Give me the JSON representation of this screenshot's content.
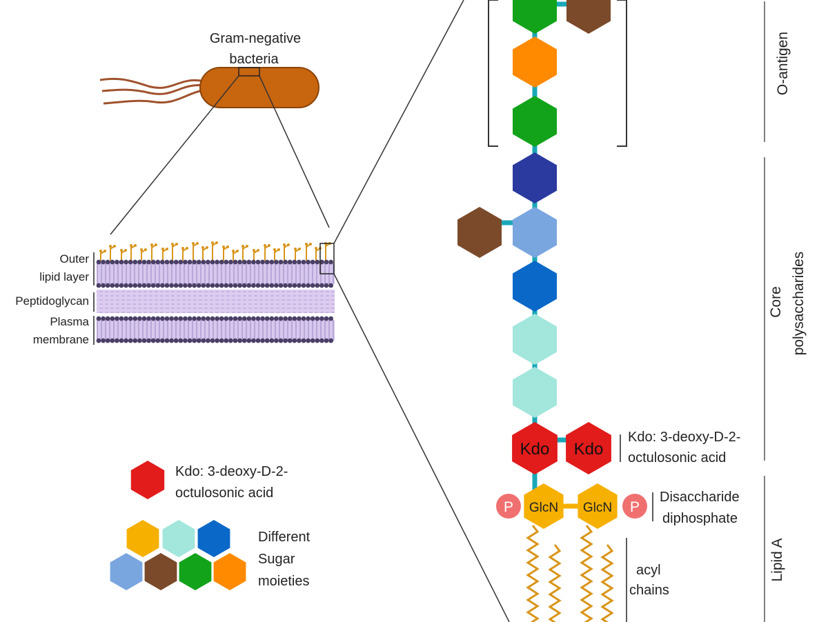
{
  "bacterium": {
    "label_line1": "Gram-negative",
    "label_line2": "bacteria"
  },
  "membrane": {
    "outer_line1": "Outer",
    "outer_line2": "lipid layer",
    "peptidoglycan": "Peptidoglycan",
    "plasma_line1": "Plasma",
    "plasma_line2": "membrane"
  },
  "legend": {
    "kdo_line1": "Kdo: 3-deoxy-D-2-",
    "kdo_line2": "octulosonic acid",
    "sugar_line1": "Different",
    "sugar_line2": "Sugar",
    "sugar_line3": "moieties"
  },
  "lps": {
    "kdo_text": "Kdo",
    "kdo_note_line1": "Kdo: 3-deoxy-D-2-",
    "kdo_note_line2": "octulosonic acid",
    "glcn_text": "GlcN",
    "phosphate_text": "P",
    "disacc_line1": "Disaccharide",
    "disacc_line2": "diphosphate",
    "acyl_line1": "acyl",
    "acyl_line2": "chains"
  },
  "regions": {
    "o_antigen": "O-antigen",
    "core_line1": "Core",
    "core_line2": "polysaccharides",
    "lipid_a": "Lipid A"
  },
  "colors": {
    "bacterium": "#c8650f",
    "flagella": "#a0522d",
    "link": "#1aa7b8",
    "kdo": "#e21b1b",
    "glcn": "#f5b000",
    "phosphate": "#f07070",
    "acyl": "#d9951a",
    "green": "#12a31a",
    "orange": "#ff8a00",
    "brown": "#7a4a2a",
    "navy": "#2b3a9f",
    "light_blue": "#7aa6e0",
    "blue": "#0a68c8",
    "aqua": "#a2e6dc",
    "lipid_head": "#4a3f66",
    "lipid_fill": "#d8c9ee"
  }
}
